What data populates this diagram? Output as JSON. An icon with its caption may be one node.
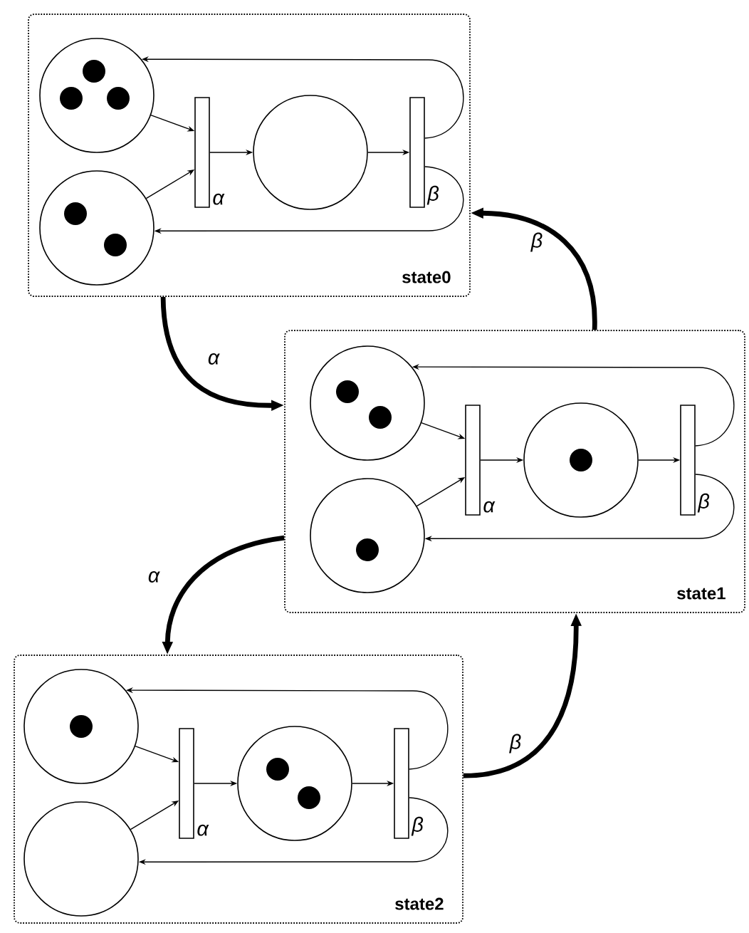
{
  "diagram": {
    "nodes": [
      {
        "text": [
          "state0"
        ]
      },
      {
        "text": [],
        "shape": "circle",
        "in": 0
      },
      {
        "text": [],
        "shape": "circle",
        "in": 0
      },
      {
        "text": [],
        "shape": "bar",
        "in": 0,
        "beside": [
          "α"
        ]
      },
      {
        "text": [],
        "shape": "circle",
        "in": 0
      },
      {
        "text": [],
        "shape": "bar",
        "in": 0,
        "beside": [
          "β"
        ]
      },
      {
        "text": [
          "state1"
        ]
      },
      {
        "text": [],
        "shape": "circle",
        "in": 6
      },
      {
        "text": [],
        "shape": "circle",
        "in": 6
      },
      {
        "text": [],
        "shape": "bar",
        "in": 6,
        "beside": [
          "α"
        ]
      },
      {
        "text": [],
        "shape": "circle",
        "in": 6
      },
      {
        "text": [],
        "shape": "bar",
        "in": 6,
        "beside": [
          "β"
        ]
      },
      {
        "text": [
          "state2"
        ]
      },
      {
        "text": [],
        "shape": "circle",
        "in": 12
      },
      {
        "text": [],
        "shape": "circle",
        "in": 12
      },
      {
        "text": [],
        "shape": "bar",
        "in": 12,
        "beside": [
          "α"
        ]
      },
      {
        "text": [],
        "shape": "circle",
        "in": 12
      },
      {
        "text": [],
        "shape": "bar",
        "in": 12,
        "beside": [
          "β"
        ]
      }
    ],
    "edges": [
      {
        "from": 1,
        "to": 3,
        "arrow": "to"
      },
      {
        "from": 2,
        "to": 3,
        "arrow": "to"
      },
      {
        "from": 3,
        "to": 4,
        "arrow": "to"
      },
      {
        "from": 4,
        "to": 5,
        "arrow": "to"
      },
      {
        "from": 5,
        "to": 1,
        "arrow": "to"
      },
      {
        "from": 5,
        "to": 2,
        "arrow": "to"
      },
      {
        "from": 7,
        "to": 9,
        "arrow": "to"
      },
      {
        "from": 8,
        "to": 9,
        "arrow": "to"
      },
      {
        "from": 9,
        "to": 10,
        "arrow": "to"
      },
      {
        "from": 10,
        "to": 11,
        "arrow": "to"
      },
      {
        "from": 11,
        "to": 7,
        "arrow": "to"
      },
      {
        "from": 11,
        "to": 8,
        "arrow": "to"
      },
      {
        "from": 13,
        "to": 15,
        "arrow": "to"
      },
      {
        "from": 14,
        "to": 15,
        "arrow": "to"
      },
      {
        "from": 15,
        "to": 16,
        "arrow": "to"
      },
      {
        "from": 16,
        "to": 17,
        "arrow": "to"
      },
      {
        "from": 17,
        "to": 13,
        "arrow": "to"
      },
      {
        "from": 17,
        "to": 14,
        "arrow": "to"
      },
      {
        "from": 0,
        "to": 6,
        "arrow": "to",
        "label": "α",
        "style": "thick"
      },
      {
        "from": 6,
        "to": 0,
        "arrow": "to",
        "label": "β",
        "style": "thick"
      },
      {
        "from": 6,
        "to": 12,
        "arrow": "to",
        "label": "α",
        "style": "thick"
      },
      {
        "from": 12,
        "to": 6,
        "arrow": "to",
        "label": "β",
        "style": "thick"
      }
    ]
  }
}
